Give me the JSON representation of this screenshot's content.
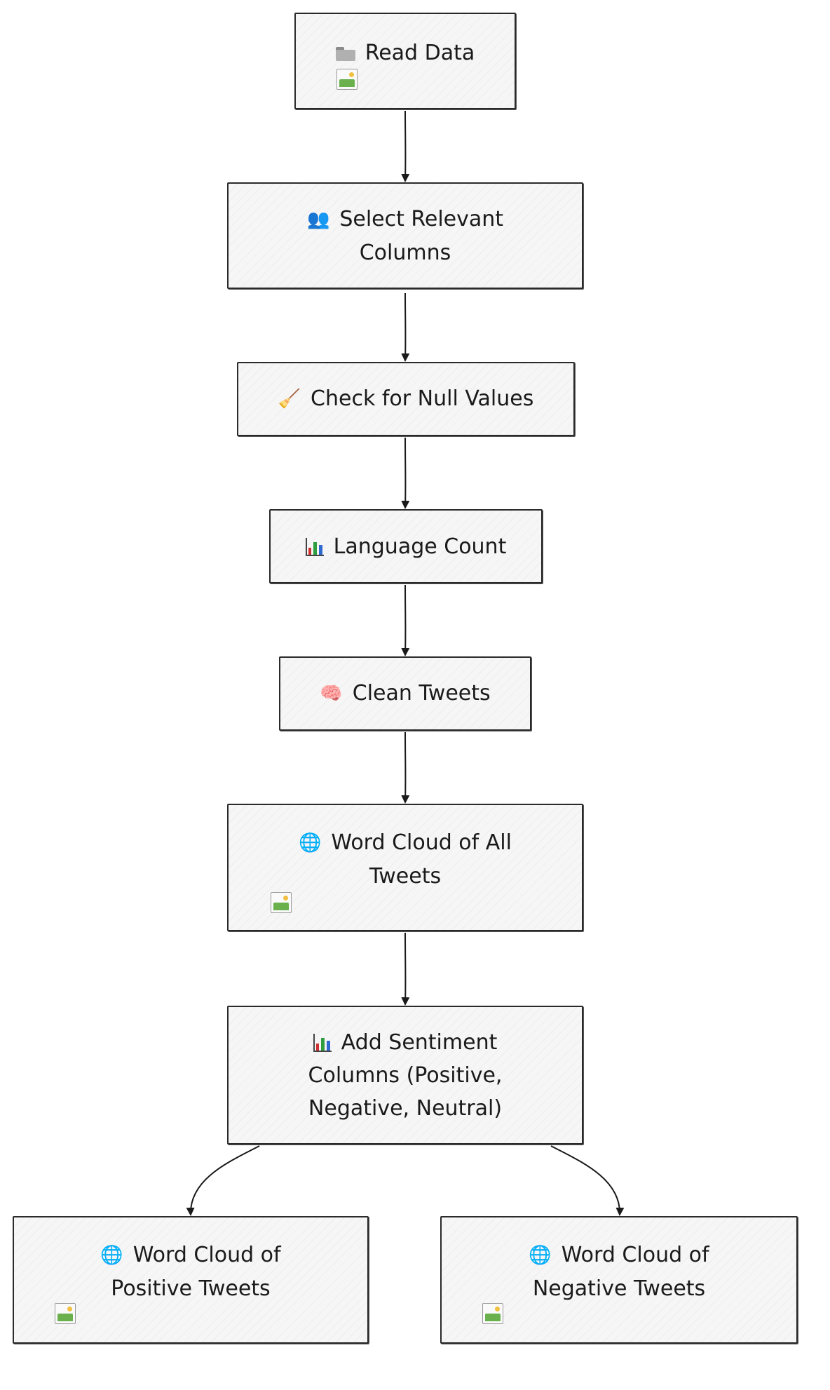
{
  "nodes": [
    {
      "id": "read",
      "icon": "folder-icon",
      "lines": [
        "Read Data"
      ],
      "image": true
    },
    {
      "id": "select",
      "icon": "people-icon",
      "lines": [
        "Select Relevant",
        "Columns"
      ]
    },
    {
      "id": "null",
      "icon": "broom-icon",
      "lines": [
        "Check for Null Values"
      ]
    },
    {
      "id": "lang",
      "icon": "bar-chart-icon",
      "lines": [
        "Language Count"
      ]
    },
    {
      "id": "clean",
      "icon": "brain-icon",
      "lines": [
        "Clean Tweets"
      ]
    },
    {
      "id": "wc_all",
      "icon": "globe-icon",
      "lines": [
        "Word Cloud of All",
        "Tweets"
      ],
      "image": true
    },
    {
      "id": "sentiment",
      "icon": "bar-chart-icon",
      "lines": [
        "Add Sentiment",
        "Columns (Positive,",
        "Negative, Neutral)"
      ]
    },
    {
      "id": "wc_pos",
      "icon": "globe-icon",
      "lines": [
        "Word Cloud of",
        "Positive Tweets"
      ],
      "image": true
    },
    {
      "id": "wc_neg",
      "icon": "globe-icon",
      "lines": [
        "Word Cloud of",
        "Negative Tweets"
      ],
      "image": true
    }
  ],
  "edges": [
    {
      "from": "read",
      "to": "select"
    },
    {
      "from": "select",
      "to": "null"
    },
    {
      "from": "null",
      "to": "lang"
    },
    {
      "from": "lang",
      "to": "clean"
    },
    {
      "from": "clean",
      "to": "wc_all"
    },
    {
      "from": "wc_all",
      "to": "sentiment"
    },
    {
      "from": "sentiment",
      "to": "wc_pos"
    },
    {
      "from": "sentiment",
      "to": "wc_neg"
    }
  ],
  "colors": {
    "border": "#2a2a2a",
    "fill": "#f6f6f6",
    "arrow": "#1a1a1a"
  }
}
